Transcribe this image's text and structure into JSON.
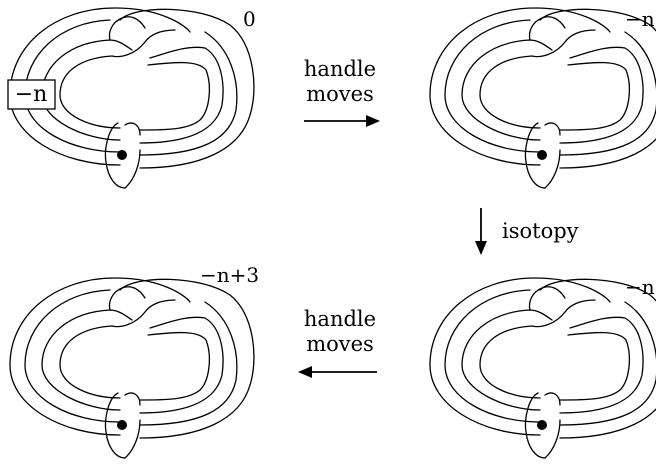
{
  "panels": [
    {
      "id": "top-left",
      "framing_label": "0",
      "box_label": "−n"
    },
    {
      "id": "top-right",
      "framing_label": "−n"
    },
    {
      "id": "bottom-right",
      "framing_label": "−n"
    },
    {
      "id": "bottom-left",
      "framing_label": "−n+3"
    }
  ],
  "arrows": {
    "top": {
      "line1": "handle",
      "line2": "moves",
      "direction": "right"
    },
    "right": {
      "label": "isotopy",
      "direction": "down"
    },
    "bottom": {
      "line1": "handle",
      "line2": "moves",
      "direction": "left"
    }
  }
}
